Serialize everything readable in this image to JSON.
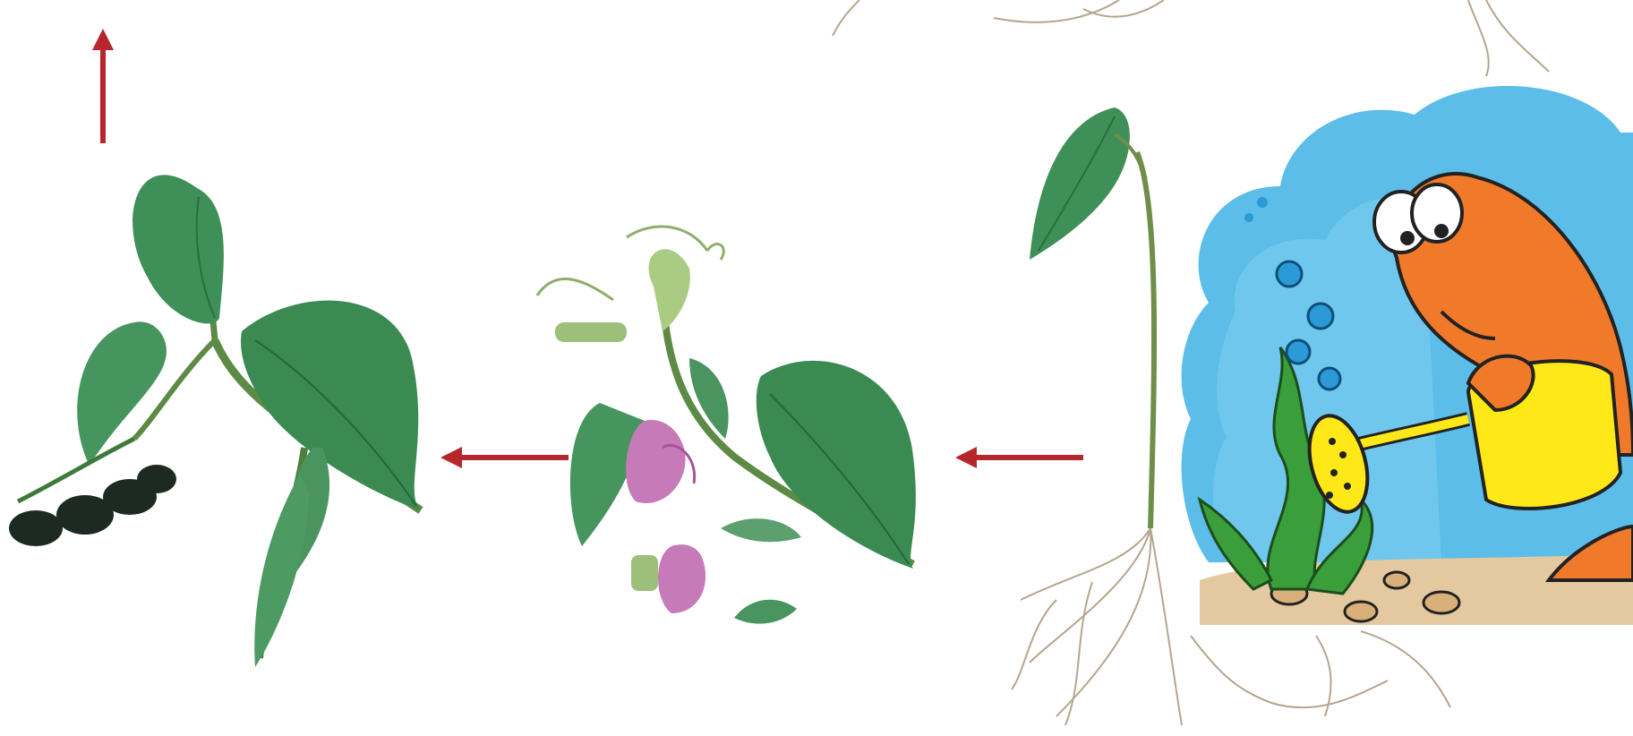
{
  "scene": {
    "background": "#ffffff",
    "stages": [
      {
        "name": "pea-plant-with-pods",
        "shows": [
          "leaves",
          "seed-pod"
        ]
      },
      {
        "name": "pea-plant-flowering",
        "shows": [
          "leaves",
          "flowers",
          "tendrils"
        ]
      },
      {
        "name": "pea-seedling",
        "shows": [
          "stem",
          "leaf",
          "roots"
        ]
      }
    ],
    "arrows": [
      {
        "name": "arrow-up",
        "direction": "up"
      },
      {
        "name": "arrow-left",
        "direction": "left"
      },
      {
        "name": "arrow-left",
        "direction": "left"
      }
    ],
    "cartoon": {
      "subject": "fish-watering-plant",
      "colors": {
        "sky": "#5bbde8",
        "fish": "#f07a2a",
        "can": "#ffe818",
        "seaweed": "#3a9e3a"
      }
    },
    "colors": {
      "leaf": "#3f8f58",
      "leaf_dark": "#2a6e3e",
      "stem": "#5d8a44",
      "pod": "#1c2a22",
      "flower": "#c77ab8",
      "arrow": "#b8262d",
      "root": "#b6a58e"
    }
  }
}
